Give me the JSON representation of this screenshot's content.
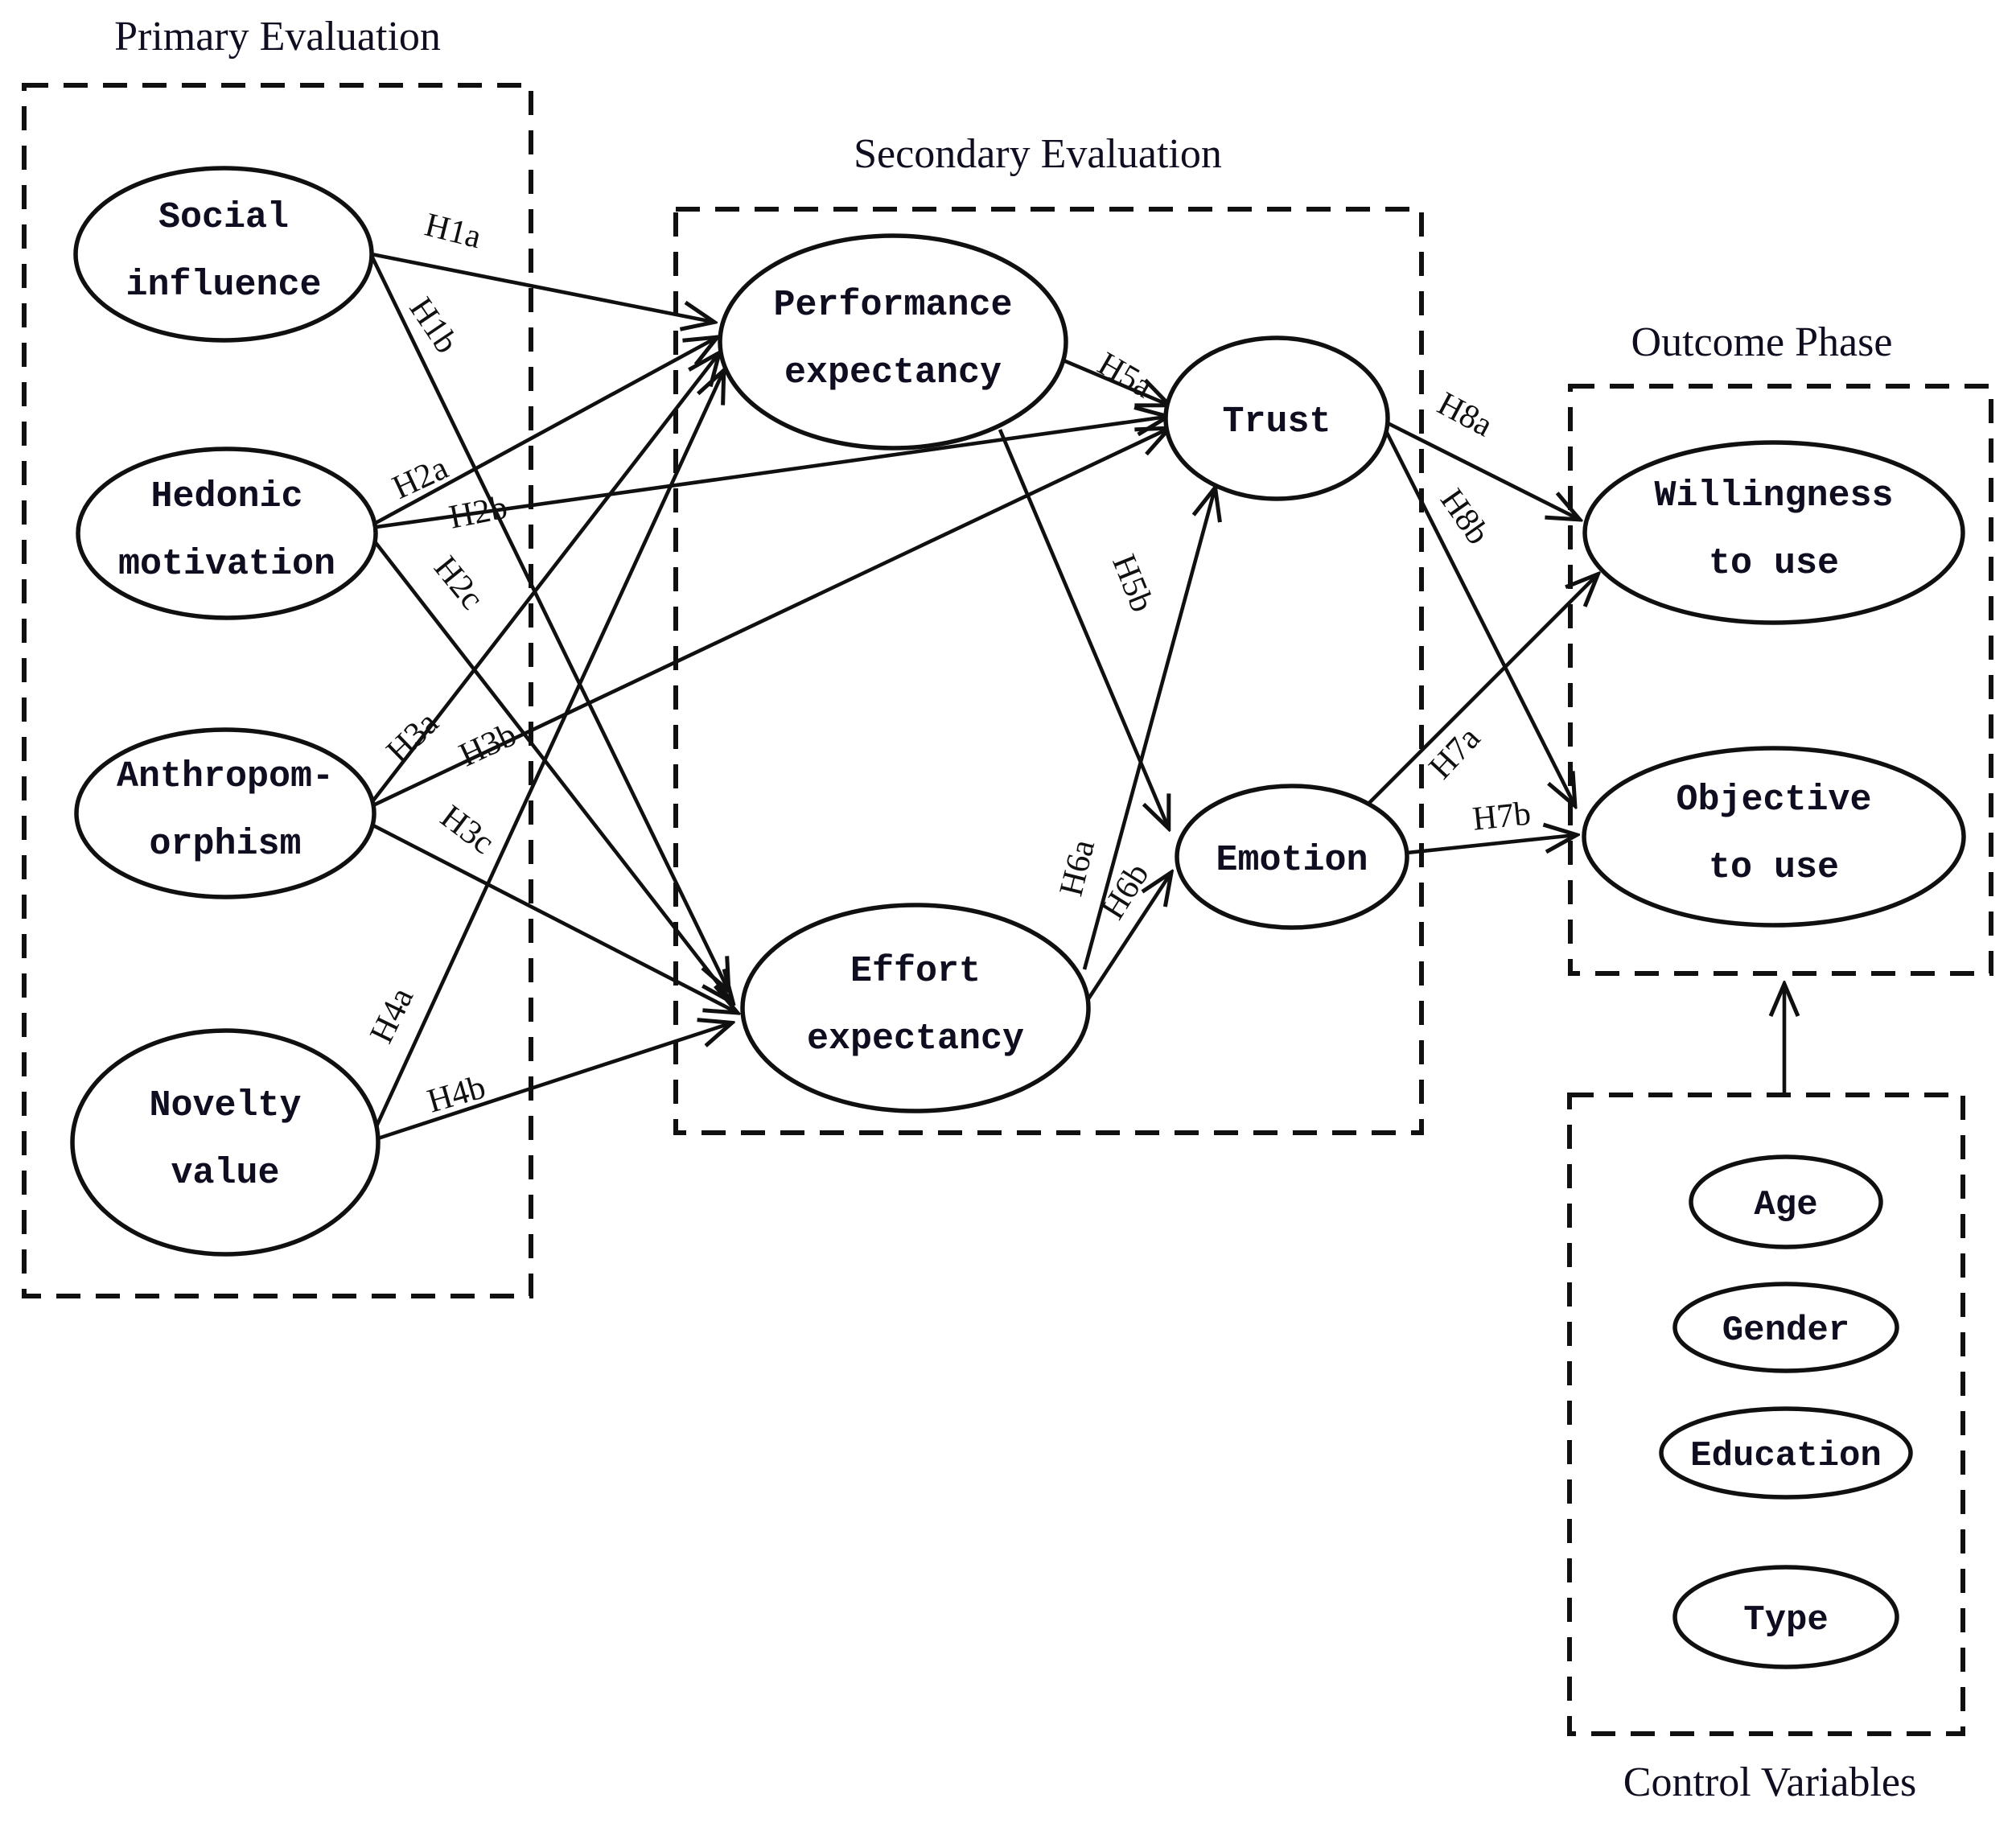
{
  "figure": {
    "background": "#ffffff",
    "ink": "#101010",
    "text_ink": "#0e0e20",
    "description": "Hypothesis research model diagram with three phases and control variables"
  },
  "groups": {
    "primary": {
      "title": "Primary Evaluation"
    },
    "secondary": {
      "title": "Secondary Evaluation"
    },
    "outcome": {
      "title": "Outcome Phase"
    },
    "control": {
      "title": "Control Variables"
    }
  },
  "nodes": {
    "social_influence": {
      "line1": "Social",
      "line2": "influence"
    },
    "hedonic_motivation": {
      "line1": "Hedonic",
      "line2": "motivation"
    },
    "anthropomorphism": {
      "line1": "Anthropom-",
      "line2": "orphism"
    },
    "novelty_value": {
      "line1": "Novelty",
      "line2": "value"
    },
    "performance_expectancy": {
      "line1": "Performance",
      "line2": "expectancy"
    },
    "effort_expectancy": {
      "line1": "Effort",
      "line2": "expectancy"
    },
    "trust": {
      "label": "Trust"
    },
    "emotion": {
      "label": "Emotion"
    },
    "willingness_to_use": {
      "line1": "Willingness",
      "line2": "to use"
    },
    "objective_to_use": {
      "line1": "Objective",
      "line2": "to use"
    },
    "age": {
      "label": "Age"
    },
    "gender": {
      "label": "Gender"
    },
    "education": {
      "label": "Education"
    },
    "type": {
      "label": "Type"
    }
  },
  "edges": [
    {
      "id": "H1a",
      "from": "Social influence",
      "to": "Performance expectancy"
    },
    {
      "id": "H1b",
      "from": "Social influence",
      "to": "Effort expectancy"
    },
    {
      "id": "H2a",
      "from": "Hedonic motivation",
      "to": "Performance expectancy"
    },
    {
      "id": "H2b",
      "from": "Hedonic motivation",
      "to": "Trust"
    },
    {
      "id": "H2c",
      "from": "Hedonic motivation",
      "to": "Effort expectancy"
    },
    {
      "id": "H3a",
      "from": "Anthropomorphism",
      "to": "Performance expectancy"
    },
    {
      "id": "H3b",
      "from": "Anthropomorphism",
      "to": "Trust"
    },
    {
      "id": "H3c",
      "from": "Anthropomorphism",
      "to": "Effort expectancy"
    },
    {
      "id": "H4a",
      "from": "Novelty value",
      "to": "Performance expectancy"
    },
    {
      "id": "H4b",
      "from": "Novelty value",
      "to": "Effort expectancy"
    },
    {
      "id": "H5a",
      "from": "Performance expectancy",
      "to": "Trust"
    },
    {
      "id": "H5b",
      "from": "Performance expectancy",
      "to": "Emotion"
    },
    {
      "id": "H6a",
      "from": "Effort expectancy",
      "to": "Trust"
    },
    {
      "id": "H6b",
      "from": "Effort expectancy",
      "to": "Emotion"
    },
    {
      "id": "H7a",
      "from": "Emotion",
      "to": "Willingness to use"
    },
    {
      "id": "H7b",
      "from": "Emotion",
      "to": "Objective to use"
    },
    {
      "id": "H8a",
      "from": "Trust",
      "to": "Willingness to use"
    },
    {
      "id": "H8b",
      "from": "Trust",
      "to": "Objective to use"
    },
    {
      "id": "",
      "from": "Control variables",
      "to": "Outcome phase"
    }
  ]
}
